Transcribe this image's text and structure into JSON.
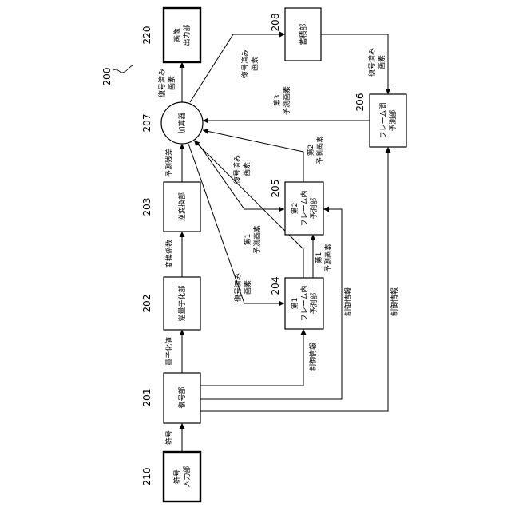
{
  "figure_number": "200",
  "nodes": [
    {
      "id": "code_input",
      "ref": "210",
      "label": [
        "符号",
        "入力部"
      ]
    },
    {
      "id": "decoder",
      "ref": "201",
      "label": [
        "復号部"
      ]
    },
    {
      "id": "inverse_quantizer",
      "ref": "202",
      "label": [
        "逆量子化部"
      ]
    },
    {
      "id": "inverse_transformer",
      "ref": "203",
      "label": [
        "逆変換部"
      ]
    },
    {
      "id": "adder",
      "ref": "207",
      "label": [
        "加算器"
      ]
    },
    {
      "id": "image_output",
      "ref": "220",
      "label": [
        "画像",
        "出力部"
      ]
    },
    {
      "id": "intra_pred_1",
      "ref": "204",
      "label": [
        "第1",
        "フレーム内",
        "予測部"
      ]
    },
    {
      "id": "intra_pred_2",
      "ref": "205",
      "label": [
        "第2",
        "フレーム内",
        "予測部"
      ]
    },
    {
      "id": "inter_pred",
      "ref": "206",
      "label": [
        "フレーム間",
        "予測部"
      ]
    },
    {
      "id": "storage",
      "ref": "208",
      "label": [
        "蓄積部"
      ]
    }
  ],
  "edge_labels": {
    "code": [
      "符号"
    ],
    "quantized_value": [
      "量子化値"
    ],
    "transform_coeff": [
      "変換係数"
    ],
    "pred_residual": [
      "予測残差"
    ],
    "decoded_out": [
      "復号済み",
      "画素"
    ],
    "decoded_to_storage": [
      "復号済み",
      "画素"
    ],
    "decoded_storage_to_inter": [
      "復号済み",
      "画素"
    ],
    "third_pred": [
      "第3",
      "予測画素"
    ],
    "second_pred": [
      "第2",
      "予測画素"
    ],
    "decoded_to_intra2": [
      "復号済み",
      "画素"
    ],
    "first_pred_a": [
      "第1",
      "予測画素"
    ],
    "first_pred_b": [
      "第1",
      "予測画素"
    ],
    "decoded_to_intra1": [
      "復号済み",
      "画素"
    ],
    "control_info_1": [
      "制御情報"
    ],
    "control_info_2": [
      "制御情報"
    ],
    "control_info_3": [
      "制御情報"
    ]
  }
}
